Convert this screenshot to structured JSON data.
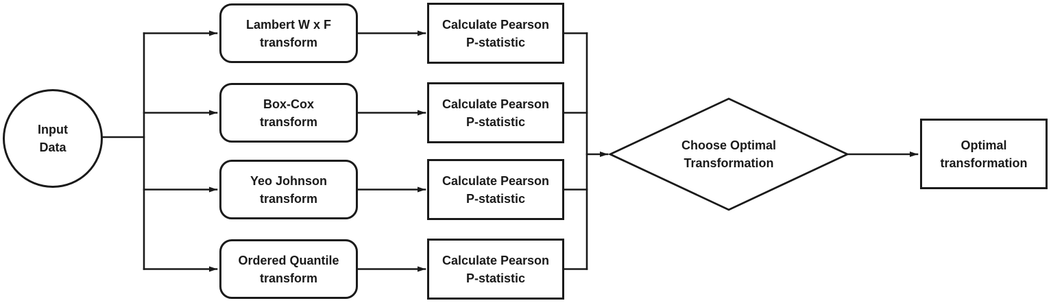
{
  "colors": {
    "stroke": "#1a1a1a",
    "node_fill": "#ffffff",
    "background": "#ffffff",
    "text": "#1a1a1a"
  },
  "nodes": {
    "input": {
      "line1": "Input",
      "line2": "Data"
    },
    "transforms": [
      {
        "line1": "Lambert W x F",
        "line2": "transform"
      },
      {
        "line1": "Box-Cox",
        "line2": "transform"
      },
      {
        "line1": "Yeo Johnson",
        "line2": "transform"
      },
      {
        "line1": "Ordered Quantile",
        "line2": "transform"
      }
    ],
    "calculations": [
      {
        "line1": "Calculate Pearson",
        "line2": "P-statistic"
      },
      {
        "line1": "Calculate Pearson",
        "line2": "P-statistic"
      },
      {
        "line1": "Calculate Pearson",
        "line2": "P-statistic"
      },
      {
        "line1": "Calculate Pearson",
        "line2": "P-statistic"
      }
    ],
    "decision": {
      "line1": "Choose Optimal",
      "line2": "Transformation"
    },
    "output": {
      "line1": "Optimal",
      "line2": "transformation"
    }
  }
}
